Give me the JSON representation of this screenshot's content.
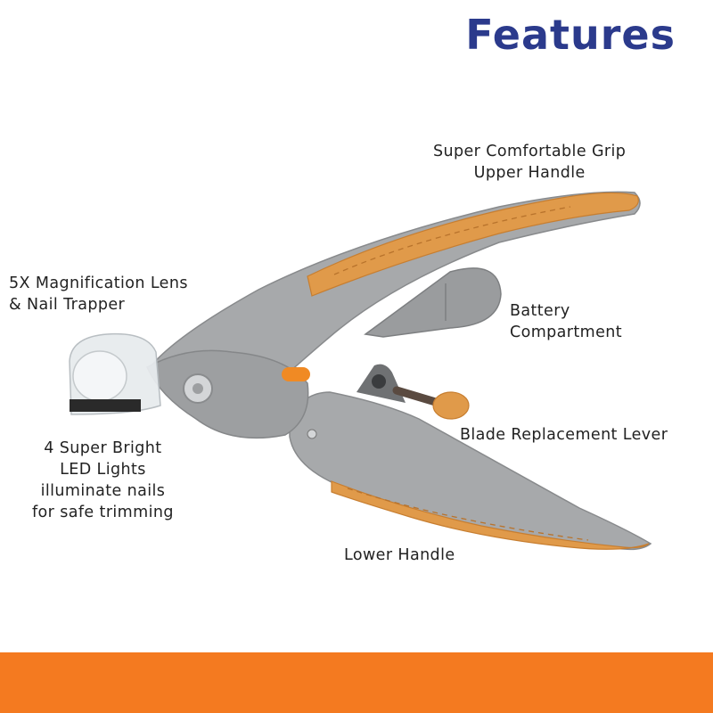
{
  "title": "Features",
  "colors": {
    "title": "#2b3a8c",
    "accent": "#f47a20",
    "body_gray": "#a2a4a6",
    "grip_orange": "#e09a4a"
  },
  "labels": {
    "grip": [
      "Super Comfortable Grip",
      "Upper Handle"
    ],
    "lens": [
      "5X Magnification Lens",
      "& Nail Trapper"
    ],
    "battery": [
      "Battery",
      "Compartment"
    ],
    "lever": [
      "Blade Replacement Lever"
    ],
    "led": [
      "4 Super Bright",
      "LED Lights",
      "illuminate nails",
      "for safe trimming"
    ],
    "lower": [
      "Lower Handle"
    ]
  }
}
